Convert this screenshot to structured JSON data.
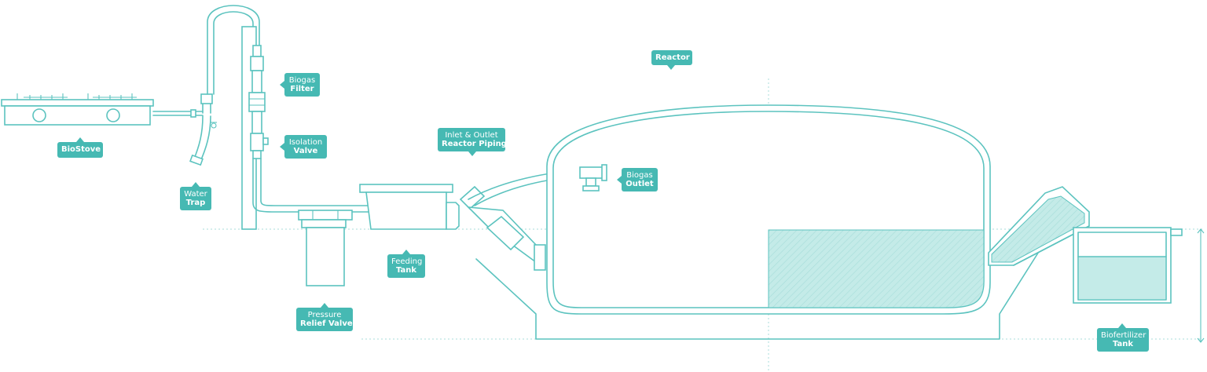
{
  "colors": {
    "line": "#5cc3bf",
    "label_bg": "#46b9b3",
    "fill": "#bfe8e5"
  },
  "labels": {
    "reactor": {
      "line1": "",
      "line2": "Reactor"
    },
    "biogas_filter": {
      "line1": "Biogas",
      "line2": "Filter"
    },
    "isolation_valve": {
      "line1": "Isolation",
      "line2": "Valve"
    },
    "biostove": {
      "line1": "",
      "line2": "BioStove"
    },
    "water_trap": {
      "line1": "Water",
      "line2": "Trap"
    },
    "inlet_outlet": {
      "line1": "Inlet & Outlet",
      "line2": "Reactor Piping"
    },
    "biogas_outlet": {
      "line1": "Biogas",
      "line2": "Outlet"
    },
    "feeding_tank": {
      "line1": "Feeding",
      "line2": "Tank"
    },
    "pressure_relief": {
      "line1": "Pressure",
      "line2": "Relief Valve"
    },
    "biofertilizer": {
      "line1": "Biofertilizer",
      "line2": "Tank"
    }
  }
}
